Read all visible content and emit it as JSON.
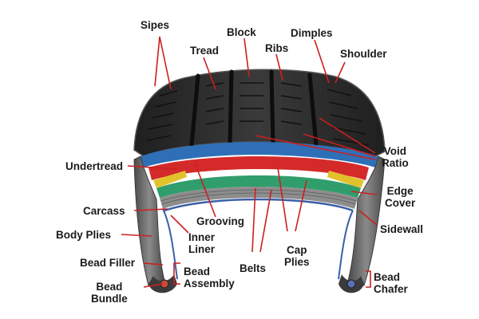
{
  "diagram": {
    "colors": {
      "tread": "#2a2a2a",
      "tread_edge": "#555555",
      "groove": "#0d0d0d",
      "undertread": "#2f6fb7",
      "belt_red": "#d42a2a",
      "belt_green": "#2f9e6c",
      "edge_cover": "#e2c22b",
      "ply_grey": "#7c7c7c",
      "sidewall": "#6e6e6e",
      "inner_liner": "#3a5fa8",
      "leader": "#cc1f1f",
      "label_text": "#1b1b1b"
    },
    "labels": {
      "sipes": "Sipes",
      "block": "Block",
      "dimples": "Dimples",
      "tread": "Tread",
      "ribs": "Ribs",
      "shoulder": "Shoulder",
      "void_ratio_1": "Void",
      "void_ratio_2": "Ratio",
      "undertread": "Undertread",
      "edge_cover_1": "Edge",
      "edge_cover_2": "Cover",
      "carcass": "Carcass",
      "grooving": "Grooving",
      "sidewall": "Sidewall",
      "body_plies": "Body Plies",
      "inner_liner_1": "Inner",
      "inner_liner_2": "Liner",
      "cap_plies_1": "Cap",
      "cap_plies_2": "Plies",
      "bead_filler": "Bead Filler",
      "belts": "Belts",
      "bead_assembly_1": "Bead",
      "bead_assembly_2": "Assembly",
      "bead_chafer_1": "Bead",
      "bead_chafer_2": "Chafer",
      "bead_bundle_1": "Bead",
      "bead_bundle_2": "Bundle"
    }
  }
}
